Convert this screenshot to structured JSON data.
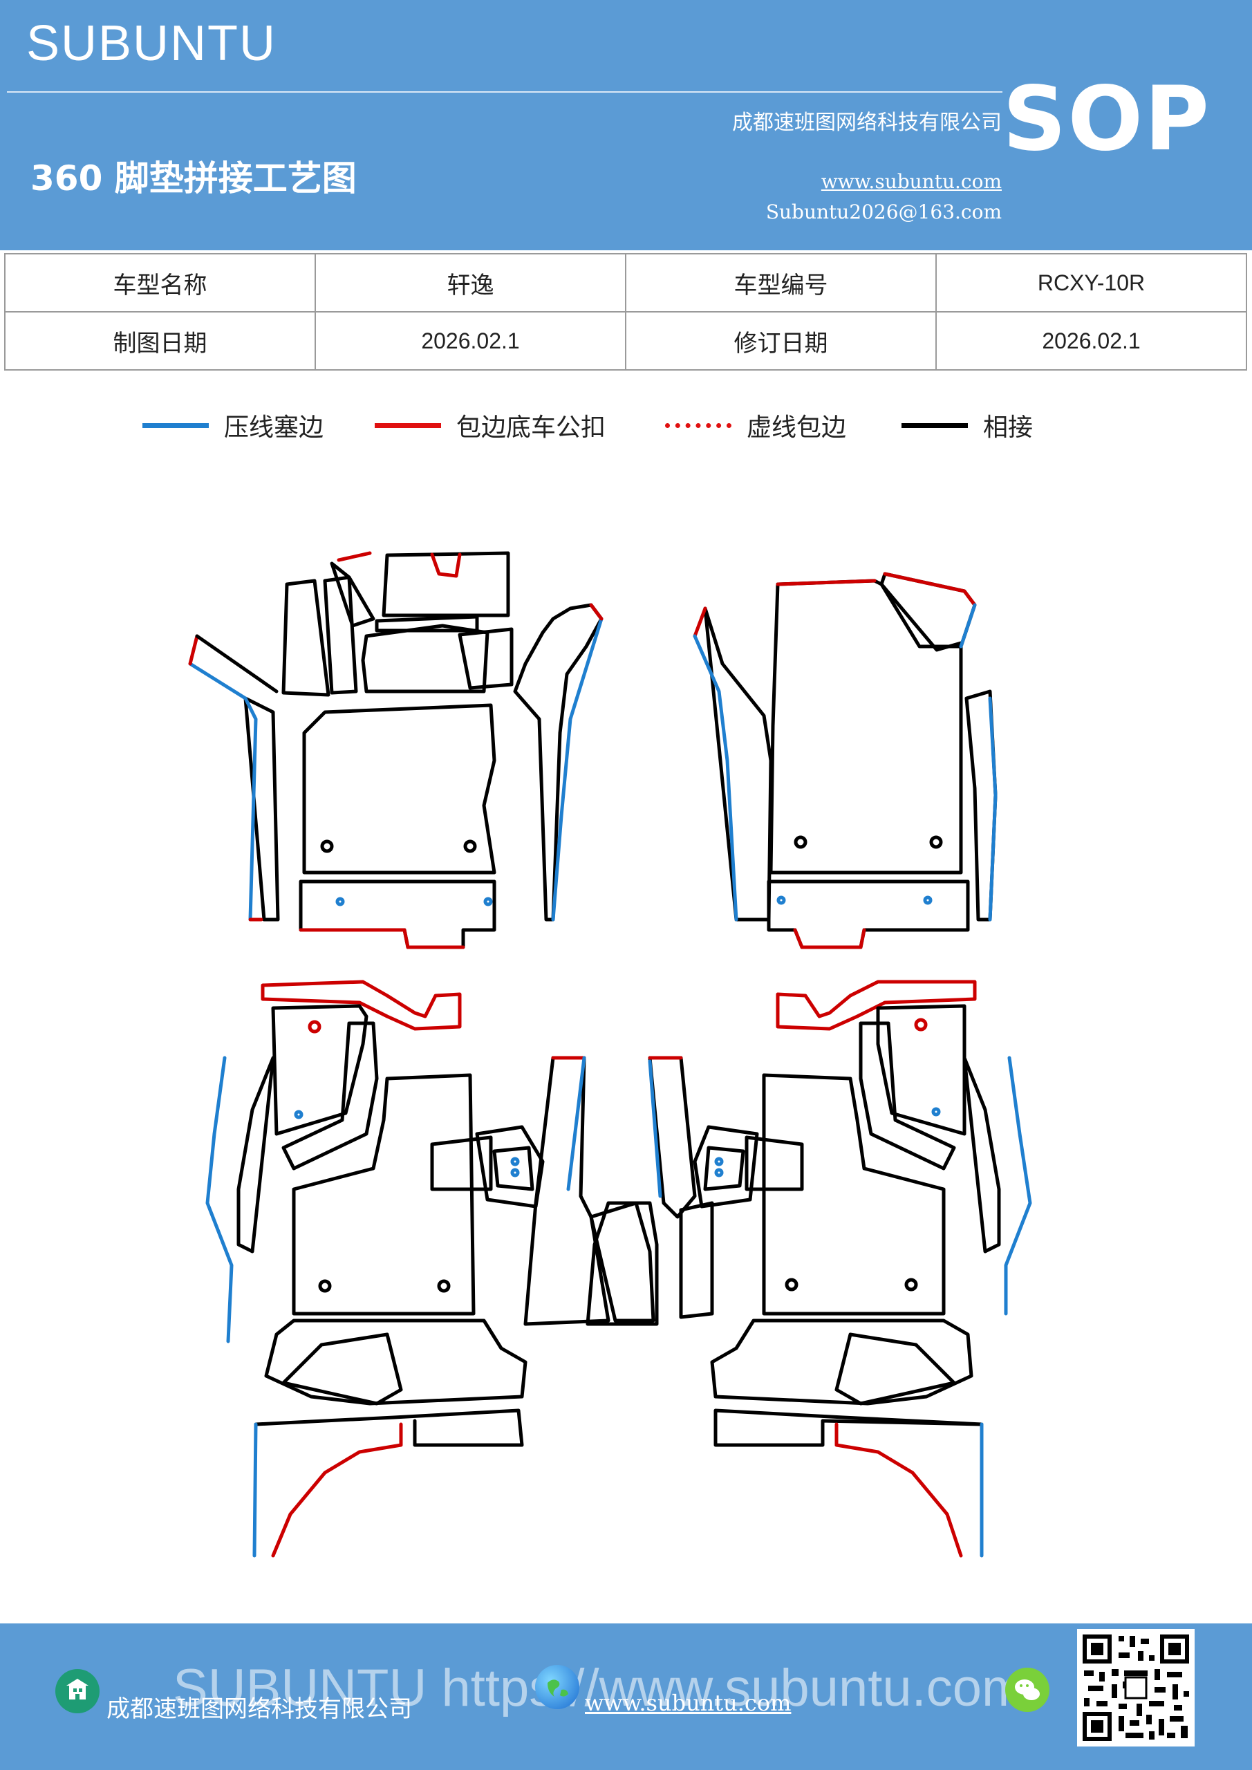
{
  "header": {
    "brand": "SUBUNTU",
    "company": "成都速班图网络科技有限公司",
    "website": "www.subuntu.com",
    "email": "Subuntu2026@163.com",
    "badge": "SOP",
    "title": "360 脚垫拼接工艺图",
    "background_color": "#5b9bd5"
  },
  "info_table": {
    "rows": [
      {
        "label1": "车型名称",
        "value1": "轩逸",
        "label2": "车型编号",
        "value2": "RCXY-10R"
      },
      {
        "label1": "制图日期",
        "value1": "2026.02.1",
        "label2": "修订日期",
        "value2": "2026.02.1"
      }
    ]
  },
  "legend": {
    "items": [
      {
        "label": "压线塞边",
        "color": "#1f7fcf",
        "style": "solid"
      },
      {
        "label": "包边底车公扣",
        "color": "#e01010",
        "style": "solid"
      },
      {
        "label": "虚线包边",
        "color": "#e01010",
        "style": "dotted"
      },
      {
        "label": "相接",
        "color": "#000000",
        "style": "solid"
      }
    ]
  },
  "footer": {
    "company": "成都速班图网络科技有限公司",
    "website": "www.subuntu.com",
    "watermark": "SUBUNTU https://www.subuntu.com",
    "icons": [
      "building-icon",
      "globe-icon",
      "wechat-icon"
    ]
  }
}
